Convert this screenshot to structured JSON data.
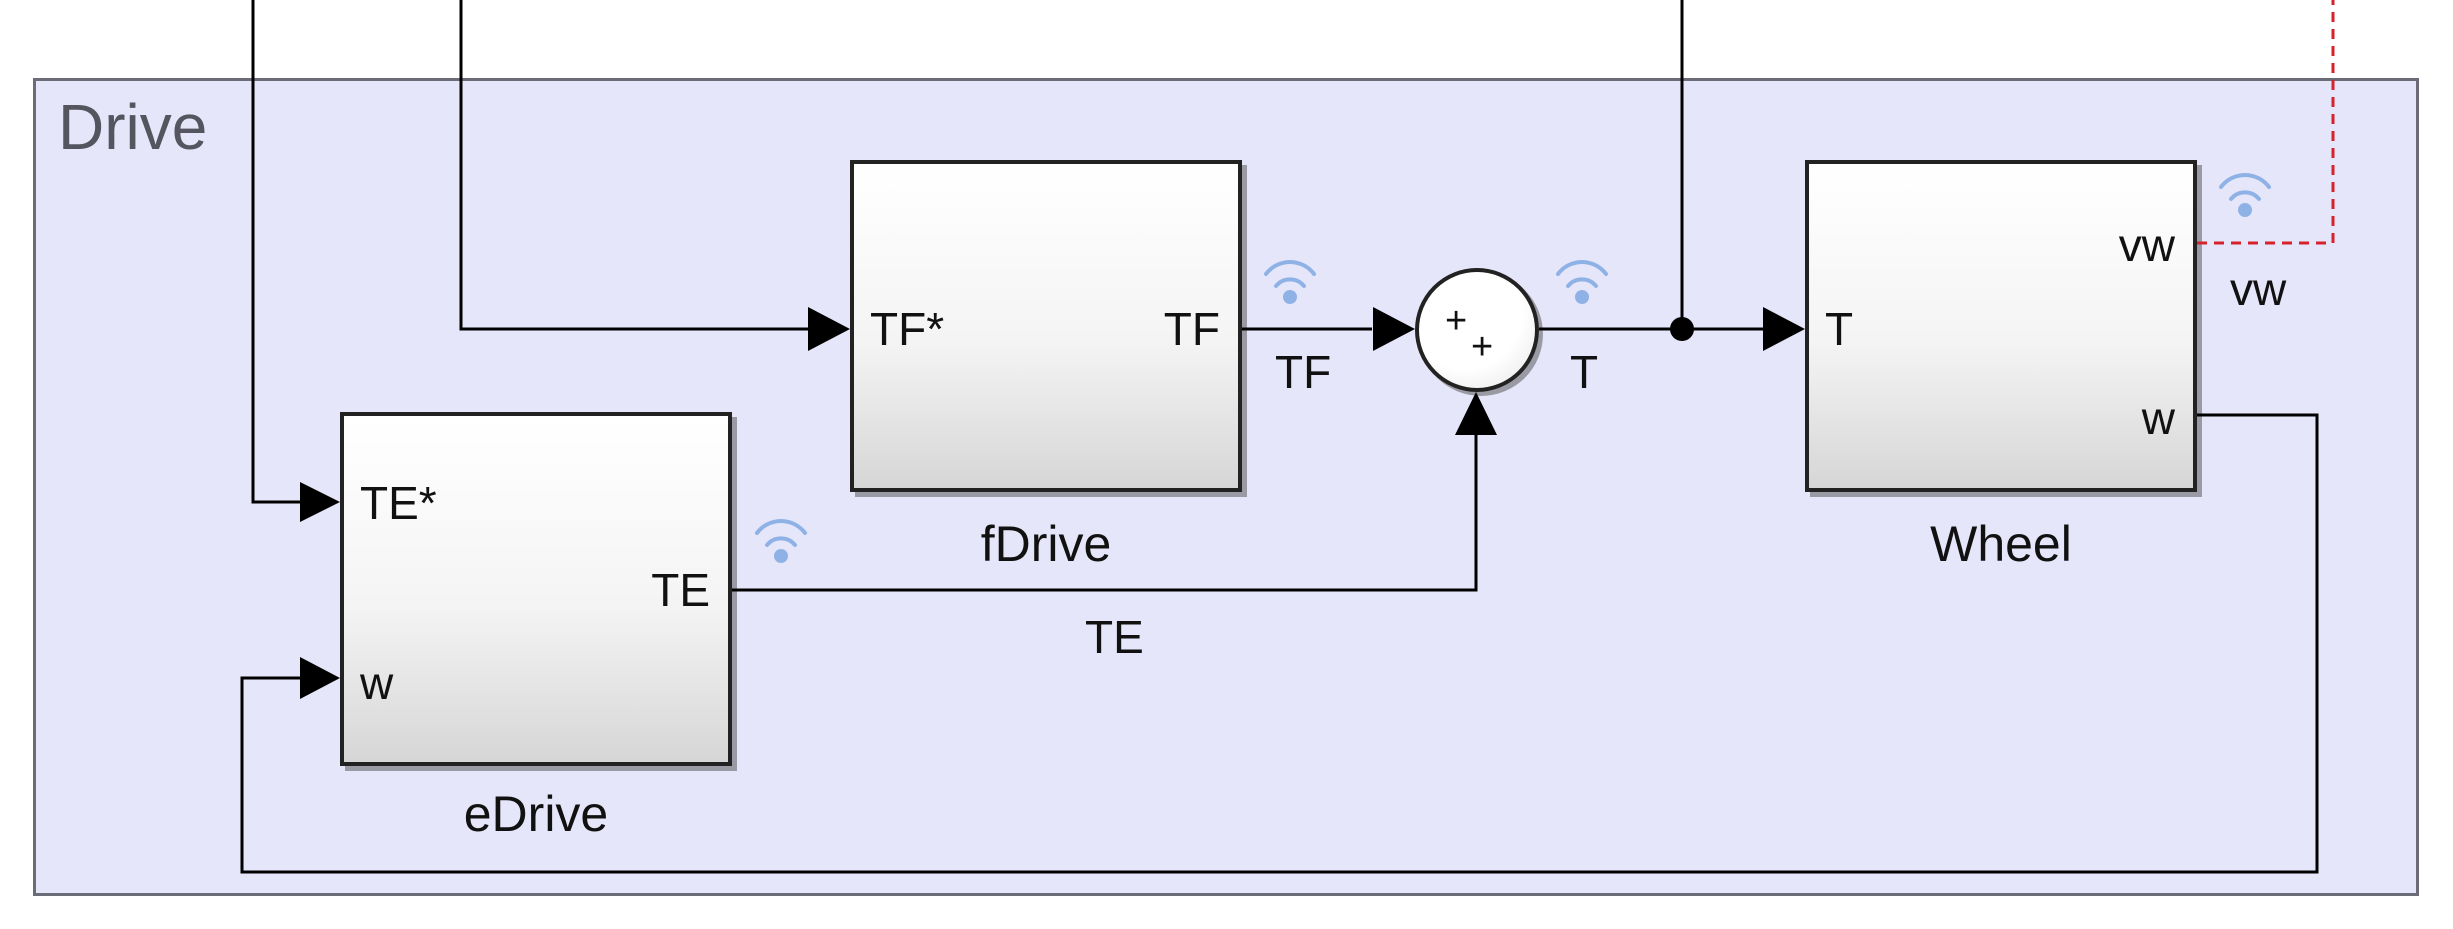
{
  "subsystem": {
    "title": "Drive"
  },
  "blocks": {
    "edrive": {
      "name": "eDrive",
      "inputs": [
        "TE*",
        "w"
      ],
      "outputs": [
        "TE"
      ]
    },
    "fdrive": {
      "name": "fDrive",
      "inputs": [
        "TF*"
      ],
      "outputs": [
        "TF"
      ]
    },
    "wheel": {
      "name": "Wheel",
      "inputs": [
        "T"
      ],
      "outputs": [
        "vw",
        "w"
      ]
    }
  },
  "sum_block": {
    "signs": [
      "+",
      "+"
    ]
  },
  "signals": {
    "tf": "TF",
    "te": "TE",
    "t": "T",
    "vw": "vw"
  },
  "colors": {
    "area_bg": "#e6e6fa",
    "line": "#000000",
    "logged_signal_icon": "#8fb2e6",
    "highlighted_line": "#d6222a"
  },
  "icons": [
    "signal-logging-icon"
  ]
}
